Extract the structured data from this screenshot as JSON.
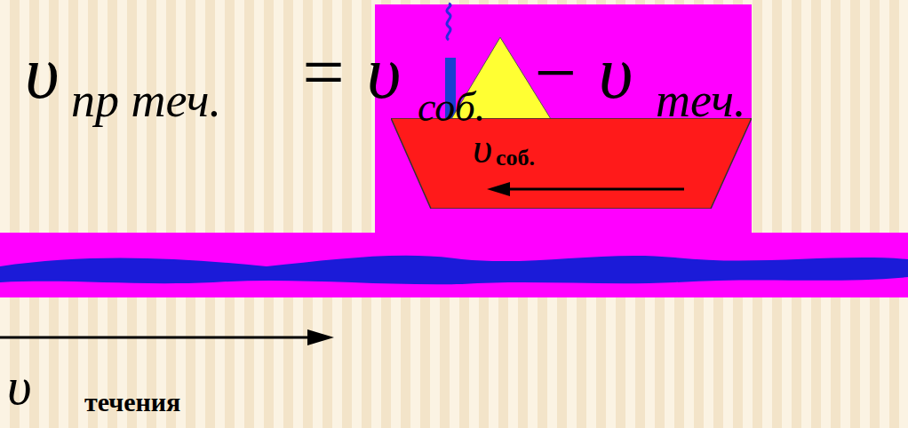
{
  "diagram": {
    "nodes": [
      {
        "text": [
          "υ",
          "соб."
        ]
      }
    ],
    "labels": [
      "υ",
      "пр теч.",
      "= υ",
      "соб.",
      "− υ",
      "теч.",
      "υ",
      "течения"
    ]
  }
}
